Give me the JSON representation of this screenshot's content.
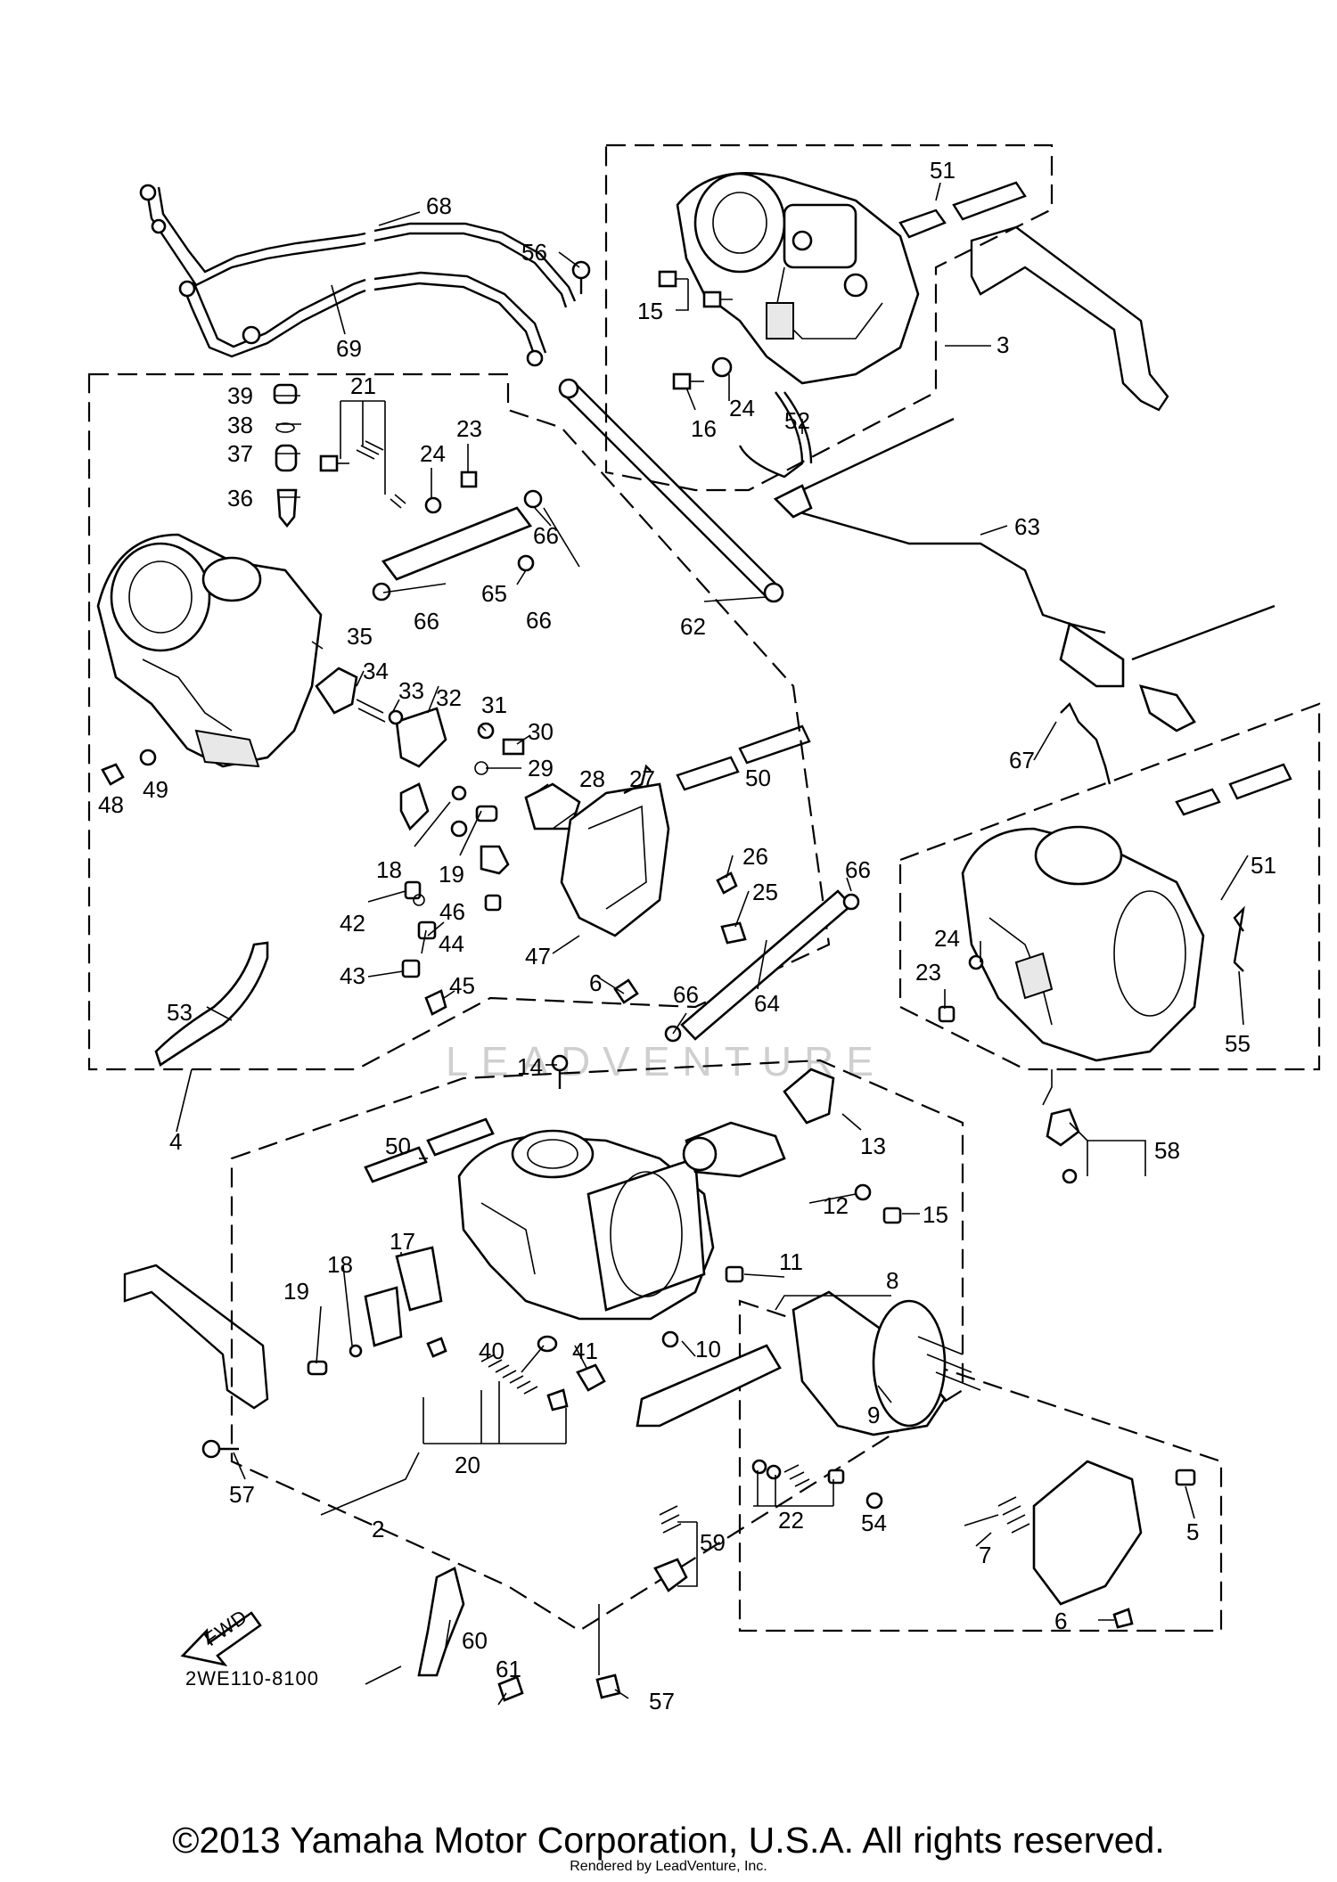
{
  "diagram": {
    "part_code": "2WE110-8100",
    "watermark": "LEADVENTURE",
    "direction_arrow": "FWD",
    "callouts": {
      "c68": "68",
      "c69": "69",
      "c56": "56",
      "c51a": "51",
      "c3": "3",
      "c15a": "15",
      "c24a": "24",
      "c16": "16",
      "c52": "52",
      "c39": "39",
      "c38": "38",
      "c37": "37",
      "c36": "36",
      "c21": "21",
      "c23a": "23",
      "c24b": "24",
      "c66a": "66",
      "c65": "65",
      "c66b": "66",
      "c66c": "66",
      "c62": "62",
      "c63": "63",
      "c35": "35",
      "c34": "34",
      "c33": "33",
      "c32": "32",
      "c31": "31",
      "c30": "30",
      "c29": "29",
      "c28": "28",
      "c27": "27",
      "c50a": "50",
      "c67": "67",
      "c48": "48",
      "c49": "49",
      "c18a": "18",
      "c19a": "19",
      "c26": "26",
      "c25": "25",
      "c66d": "66",
      "c51b": "51",
      "c42": "42",
      "c46": "46",
      "c44": "44",
      "c43": "43",
      "c45": "45",
      "c47": "47",
      "c6a": "6",
      "c24c": "24",
      "c23b": "23",
      "c53": "53",
      "c66e": "66",
      "c64": "64",
      "c55": "55",
      "c14": "14",
      "c4": "4",
      "c50b": "50",
      "c13": "13",
      "c58": "58",
      "c12": "12",
      "c15b": "15",
      "c17": "17",
      "c11": "11",
      "c8": "8",
      "c19b": "19",
      "c18b": "18",
      "c40": "40",
      "c41": "41",
      "c10": "10",
      "c9": "9",
      "c20": "20",
      "c57a": "57",
      "c22": "22",
      "c54": "54",
      "c7": "7",
      "c5": "5",
      "c2": "2",
      "c59": "59",
      "c6b": "6",
      "c60": "60",
      "c61": "61",
      "c57b": "57"
    }
  },
  "footer": {
    "copyright": "©2013 Yamaha Motor Corporation, U.S.A. All rights reserved.",
    "rendered_by": "Rendered by LeadVenture, Inc."
  }
}
